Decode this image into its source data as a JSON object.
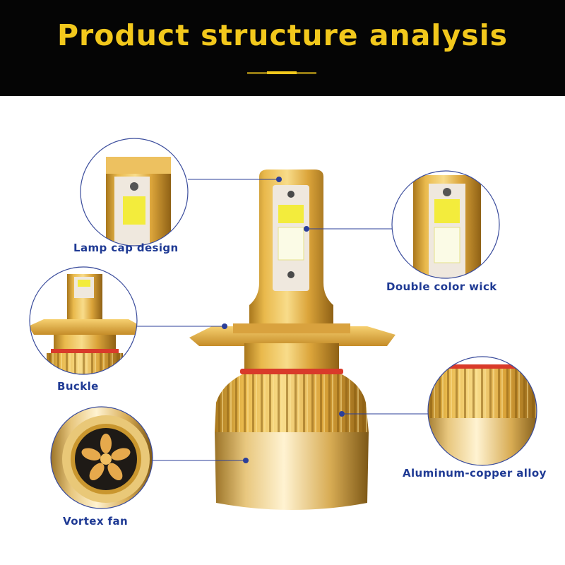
{
  "header": {
    "title": "Product structure analysis",
    "accent_color": "#f2c81c",
    "background_color": "#050505"
  },
  "callouts": {
    "lamp_cap": "Lamp cap design",
    "double_wick": "Double color wick",
    "buckle": "Buckle",
    "alloy": "Aluminum-copper alloy",
    "fan": "Vortex fan"
  },
  "colors": {
    "label_text": "#1f3a94",
    "leader_line": "#2b3f9a",
    "gold": "#e0ab3e",
    "led": "#f3ec3c",
    "red_ring": "#d93a2a"
  }
}
